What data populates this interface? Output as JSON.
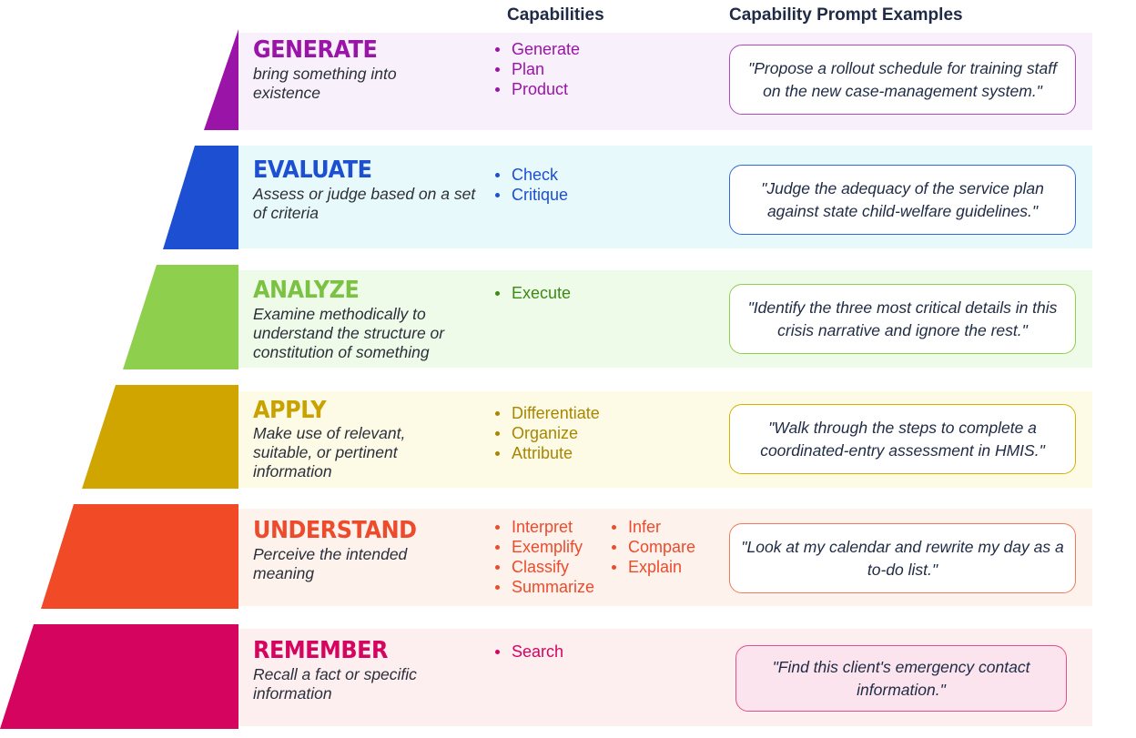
{
  "headers": {
    "capabilities": "Capabilities",
    "prompt_examples": "Capability Prompt Examples"
  },
  "levels": [
    {
      "title": "GENERATE",
      "description": "bring something into existence",
      "capabilities": [
        "Generate",
        "Plan",
        "Product"
      ],
      "prompt": "\"Propose a rollout schedule for training staff on the new case-management system.\"",
      "color": "#9b14a8",
      "band_color": "#f8f0fb"
    },
    {
      "title": "EVALUATE",
      "description": "Assess or judge based on a set of criteria",
      "capabilities": [
        "Check",
        "Critique"
      ],
      "prompt": "\"Judge the adequacy of the service plan against state child-welfare guidelines.\"",
      "color": "#1c4fd1",
      "band_color": "#e8f9fb"
    },
    {
      "title": "ANALYZE",
      "description": "Examine methodically to understand the structure or constitution of something",
      "capabilities": [
        "Execute"
      ],
      "prompt": "\"Identify the three most critical details in this crisis narrative and ignore the rest.\"",
      "color": "#7cc242",
      "band_color": "#eefbe9"
    },
    {
      "title": "APPLY",
      "description": "Make use of relevant, suitable, or pertinent information",
      "capabilities": [
        "Differentiate",
        "Organize",
        "Attribute"
      ],
      "prompt": "\"Walk through the steps to complete a coordinated-entry assessment in HMIS.\"",
      "color": "#c9a200",
      "band_color": "#fdfbe6"
    },
    {
      "title": "UNDERSTAND",
      "description": "Perceive the intended meaning",
      "capabilities": [
        "Interpret",
        "Exemplify",
        "Classify",
        "Summarize",
        "Infer",
        "Compare",
        "Explain"
      ],
      "prompt": "\"Look at my calendar and rewrite my day as a to-do list.\"",
      "color": "#ee4a2c",
      "band_color": "#fdf3ec"
    },
    {
      "title": "REMEMBER",
      "description": "Recall a fact or specific information",
      "capabilities": [
        "Search"
      ],
      "prompt": "\"Find this client's emergency contact information.\"",
      "color": "#d4045f",
      "band_color": "#fdeef0"
    }
  ]
}
